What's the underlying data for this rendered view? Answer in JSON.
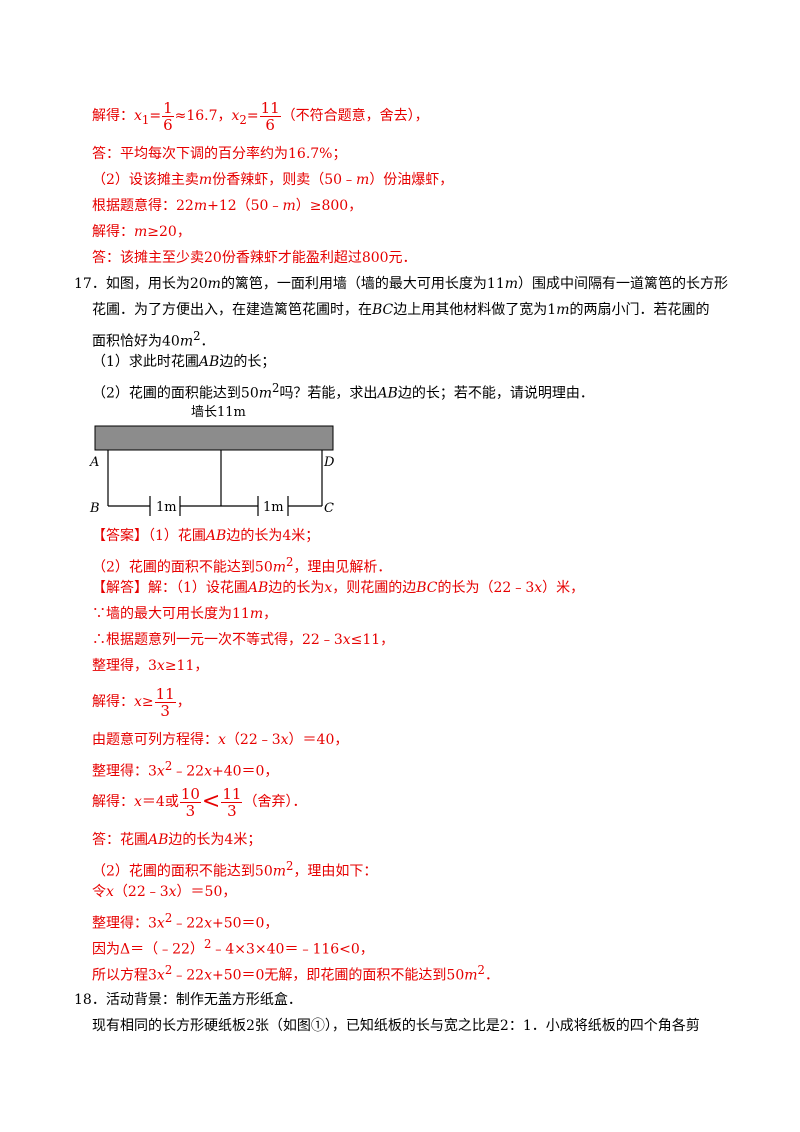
{
  "lines": {
    "l1_prefix": "解得：",
    "l1_x1": "x",
    "l1_sub1": "1",
    "l1_eq": "=",
    "l1_f1_num": "1",
    "l1_f1_den": "6",
    "l1_approx": "≈16.7，",
    "l1_x2": "x",
    "l1_sub2": "2",
    "l1_eq2": "=",
    "l1_f2_num": "11",
    "l1_f2_den": "6",
    "l1_note": "（不符合题意，舍去），",
    "l2": "答：平均每次下调的百分率约为16.7%；",
    "l3_a": "（2）设该摊主卖",
    "l3_m": "m",
    "l3_b": "份香辣虾，则卖（50﹣",
    "l3_m2": "m",
    "l3_c": "）份油爆虾，",
    "l4_a": "根据题意得：22",
    "l4_m": "m",
    "l4_b": "+12（50﹣",
    "l4_m2": "m",
    "l4_c": "）≥800，",
    "l5_a": "解得：",
    "l5_m": "m",
    "l5_b": "≥20，",
    "l6": "答：该摊主至少卖20份香辣虾才能盈利超过800元．"
  },
  "q17": {
    "number": "17．",
    "p1_a": "如图，用长为20",
    "p1_m": "m",
    "p1_b": "的篱笆，一面利用墙（墙的最大可用长度为11",
    "p1_m2": "m",
    "p1_c": "）围成中间隔有一道篱笆的长方形",
    "p2_a": "花圃．为了方便出入，在建造篱笆花圃时，在",
    "p2_bc": "BC",
    "p2_b": "边上用其他材料做了宽为1",
    "p2_m": "m",
    "p2_c": "的两扇小门．若花圃的",
    "p3_a": "面积恰好为40",
    "p3_m": "m",
    "p3_sup": "2",
    "p3_b": "．",
    "s1_a": "（1）求此时花圃",
    "s1_ab": "AB",
    "s1_b": "边的长；",
    "s2_a": "（2）花圃的面积能达到50",
    "s2_m": "m",
    "s2_sup": "2",
    "s2_b": "吗？若能，求出",
    "s2_ab": "AB",
    "s2_c": "边的长；若不能，请说明理由．"
  },
  "figure": {
    "wall_label": "墙长11m",
    "A": "A",
    "B": "B",
    "C": "C",
    "D": "D",
    "door1": "1m",
    "door2": "1m",
    "wall_color": "#8c8c8c"
  },
  "answer": {
    "tag": "【答案】",
    "a1_a": "（1）花圃",
    "a1_ab": "AB",
    "a1_b": "边的长为4米；",
    "a2_a": "（2）花圃的面积不能达到50",
    "a2_m": "m",
    "a2_sup": "2",
    "a2_b": "，理由见解析．"
  },
  "solution": {
    "tag": "【解答】",
    "s1_a": "解：（1）设花圃",
    "s1_ab": "AB",
    "s1_b": "边的长为",
    "s1_x": "x",
    "s1_c": "，则花圃的边",
    "s1_bc": "BC",
    "s1_d": "的长为（22﹣3",
    "s1_x2": "x",
    "s1_e": "）米，",
    "s2_a": "∵墙的最大可用长度为11",
    "s2_m": "m",
    "s2_b": "，",
    "s3_a": "∴根据题意列一元一次不等式得，22﹣3",
    "s3_x": "x",
    "s3_b": "≤11，",
    "s4_a": "整理得，3",
    "s4_x": "x",
    "s4_b": "≥11，",
    "s5_a": "解得：",
    "s5_x": "x",
    "s5_b": "≥",
    "s5_num": "11",
    "s5_den": "3",
    "s5_c": "，",
    "s6_a": "由题意可列方程得：",
    "s6_x": "x",
    "s6_b": "（22﹣3",
    "s6_x2": "x",
    "s6_c": "）＝40，",
    "s7_a": "整理得：3",
    "s7_x": "x",
    "s7_sup": "2",
    "s7_b": "﹣22",
    "s7_x2": "x",
    "s7_c": "+40＝0，",
    "s8_a": "解得：",
    "s8_x": "x",
    "s8_b": "＝4或",
    "s8_num1": "10",
    "s8_den1": "3",
    "s8_lt": "<",
    "s8_num2": "11",
    "s8_den2": "3",
    "s8_c": "（舍弃）．",
    "s9_a": "答：花圃",
    "s9_ab": "AB",
    "s9_b": "边的长为4米；",
    "s10_a": "（2）花圃的面积不能达到50",
    "s10_m": "m",
    "s10_sup": "2",
    "s10_b": "，理由如下：",
    "s11_a": "令",
    "s11_x": "x",
    "s11_b": "（22﹣3",
    "s11_x2": "x",
    "s11_c": "）＝50，",
    "s12_a": "整理得：3",
    "s12_x": "x",
    "s12_sup": "2",
    "s12_b": "﹣22",
    "s12_x2": "x",
    "s12_c": "+50＝0，",
    "s13": "因为Δ＝（﹣22）",
    "s13_sup": "2",
    "s13_b": "﹣4×3×40＝﹣116<0，",
    "s14_a": "所以方程3",
    "s14_x": "x",
    "s14_sup": "2",
    "s14_b": "﹣22",
    "s14_x2": "x",
    "s14_c": "+50＝0无解，即花圃的面积不能达到50",
    "s14_m": "m",
    "s14_sup2": "2",
    "s14_d": "．"
  },
  "q18": {
    "number": "18．",
    "l1": "活动背景：制作无盖方形纸盒．",
    "l2_a": "现有相同的长方形硬纸板2张（如图",
    "l2_circ": "①",
    "l2_b": "），已知纸板的长与宽之比是2：1．小成将纸板的四个角各剪"
  }
}
